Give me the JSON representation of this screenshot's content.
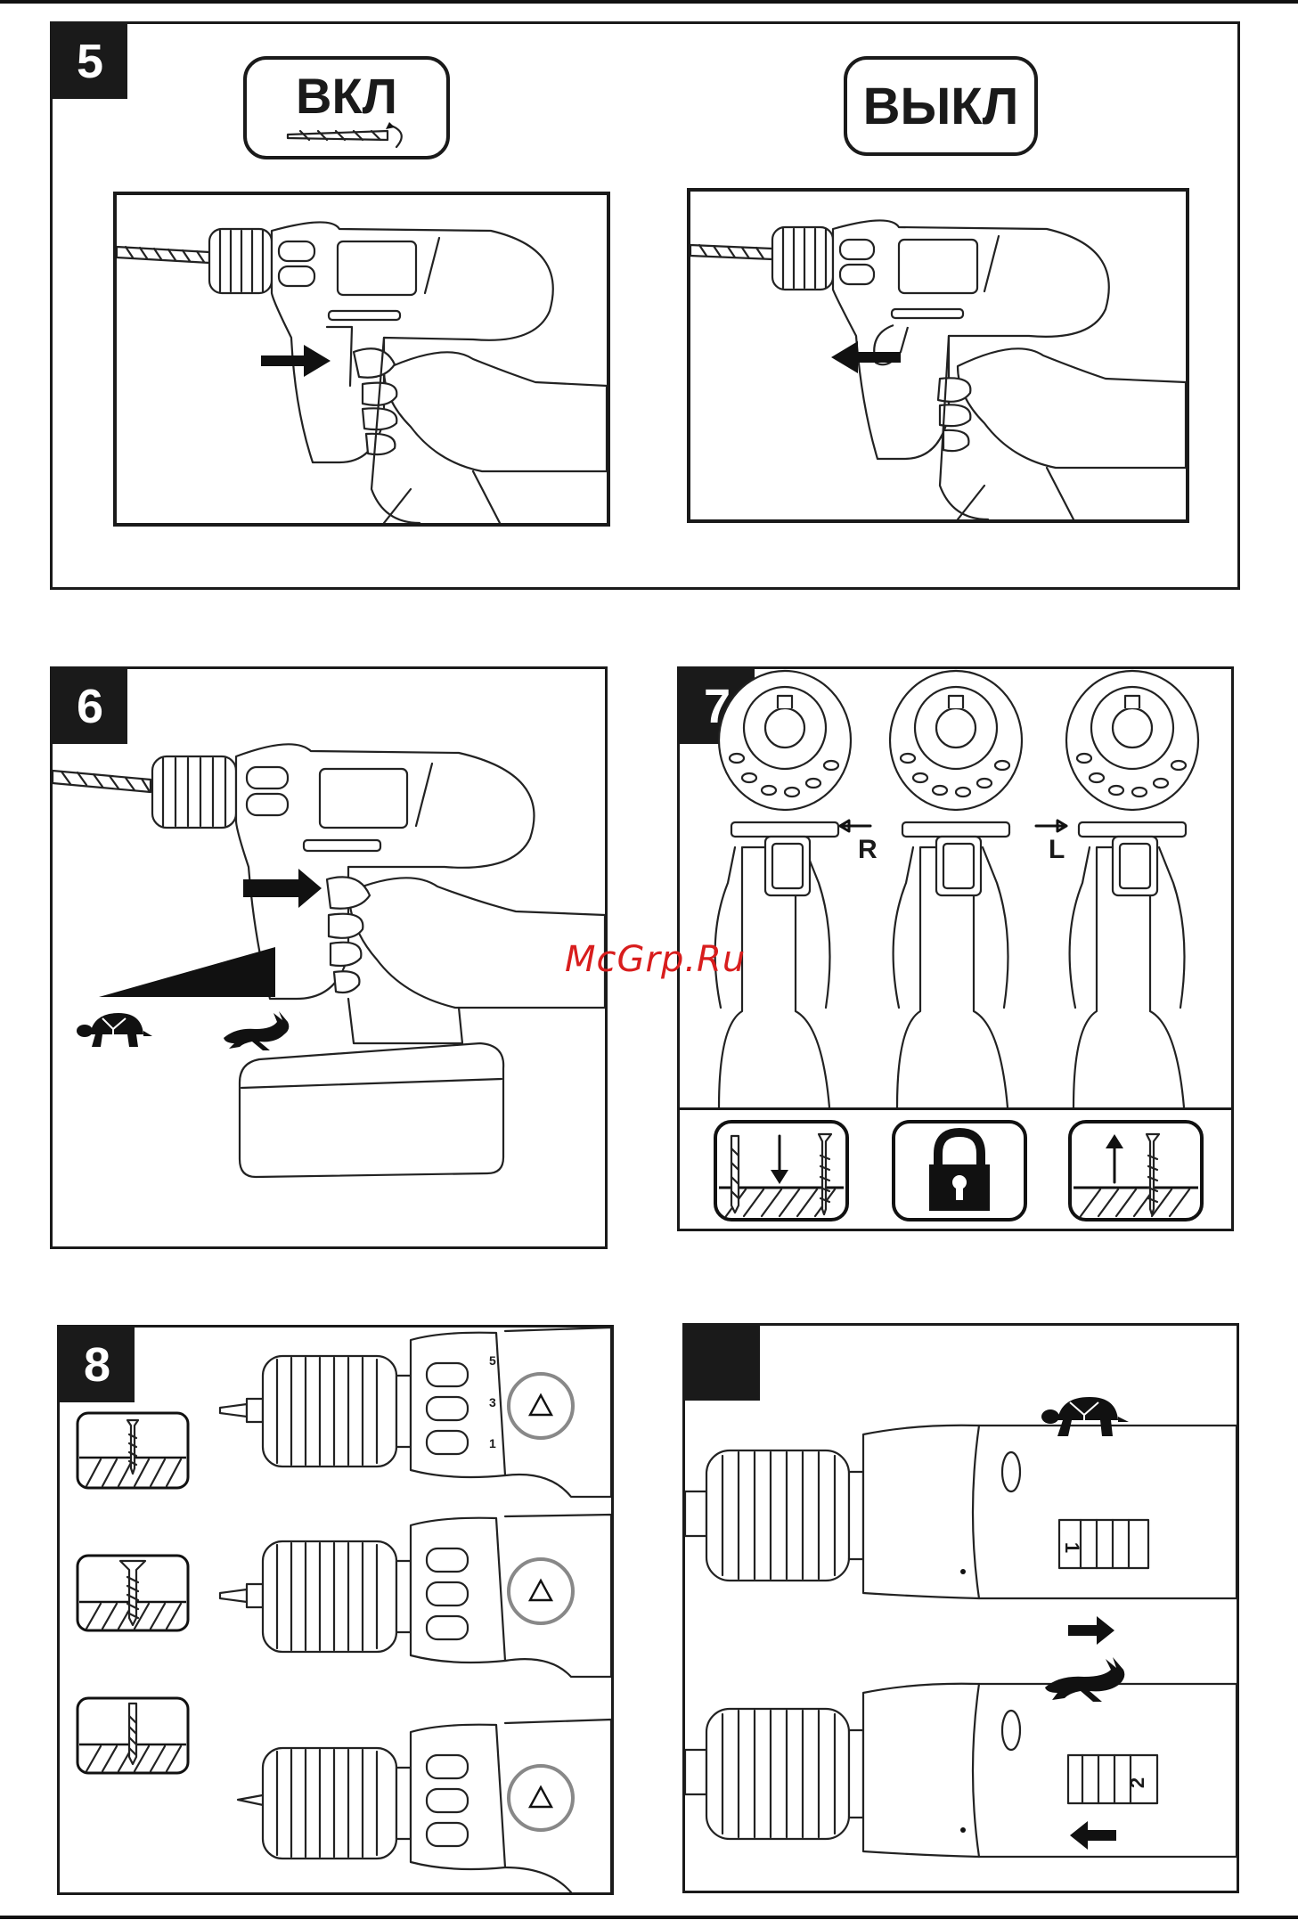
{
  "panels": {
    "p5": {
      "number": "5",
      "on_label": "ВКЛ",
      "off_label": "ВЫКЛ"
    },
    "p6": {
      "number": "6"
    },
    "p7": {
      "number": "7",
      "right_label": "R",
      "left_label": "L"
    },
    "p8": {
      "number": "8"
    },
    "p9": {
      "number": "",
      "gear_1": "1",
      "gear_2": "2"
    }
  },
  "clutch_scale": {
    "marks": [
      "1",
      "3",
      "5"
    ]
  },
  "watermark": "McGrp.Ru"
}
